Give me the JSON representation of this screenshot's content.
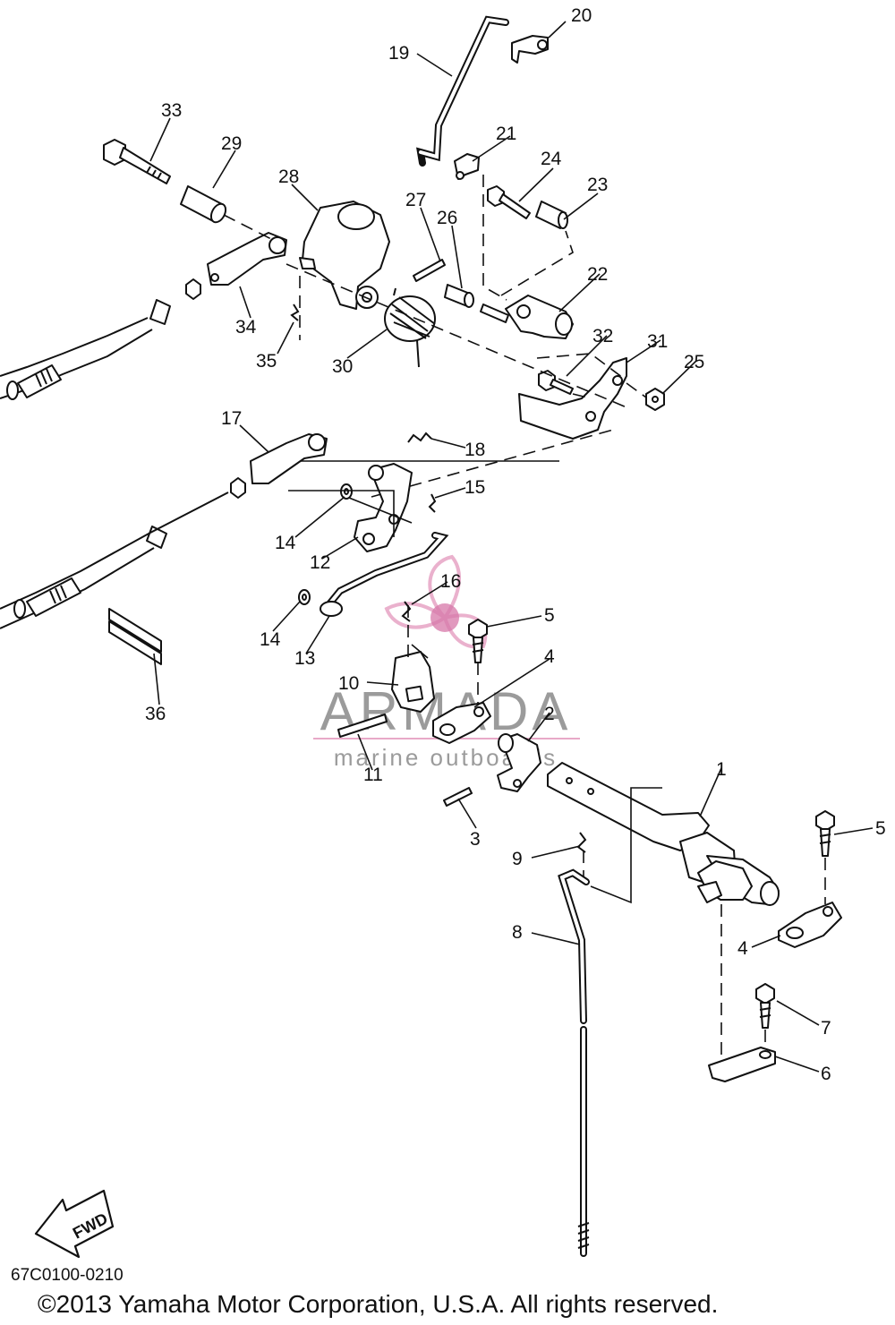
{
  "diagram": {
    "code": "67C0100-0210",
    "copyright": "©2013 Yamaha Motor Corporation, U.S.A. All rights reserved.",
    "fwd_label": "FWD"
  },
  "watermark": {
    "brand": "ARMADA",
    "tagline": "marine outboards",
    "color_pink": "#e8a9c8",
    "color_pink_dark": "#d36aa0",
    "color_gray": "#8a8a8a"
  },
  "callouts": [
    {
      "id": "c20",
      "label": "20"
    },
    {
      "id": "c19",
      "label": "19"
    },
    {
      "id": "c33",
      "label": "33"
    },
    {
      "id": "c29",
      "label": "29"
    },
    {
      "id": "c21",
      "label": "21"
    },
    {
      "id": "c28",
      "label": "28"
    },
    {
      "id": "c24",
      "label": "24"
    },
    {
      "id": "c23",
      "label": "23"
    },
    {
      "id": "c27",
      "label": "27"
    },
    {
      "id": "c26",
      "label": "26"
    },
    {
      "id": "c22",
      "label": "22"
    },
    {
      "id": "c34",
      "label": "34"
    },
    {
      "id": "c32",
      "label": "32"
    },
    {
      "id": "c31",
      "label": "31"
    },
    {
      "id": "c35",
      "label": "35"
    },
    {
      "id": "c30",
      "label": "30"
    },
    {
      "id": "c25",
      "label": "25"
    },
    {
      "id": "c17",
      "label": "17"
    },
    {
      "id": "c18",
      "label": "18"
    },
    {
      "id": "c15",
      "label": "15"
    },
    {
      "id": "c14a",
      "label": "14"
    },
    {
      "id": "c12",
      "label": "12"
    },
    {
      "id": "c16",
      "label": "16"
    },
    {
      "id": "c5a",
      "label": "5"
    },
    {
      "id": "c14b",
      "label": "14"
    },
    {
      "id": "c13",
      "label": "13"
    },
    {
      "id": "c4a",
      "label": "4"
    },
    {
      "id": "c10",
      "label": "10"
    },
    {
      "id": "c2",
      "label": "2"
    },
    {
      "id": "c36",
      "label": "36"
    },
    {
      "id": "c11",
      "label": "11"
    },
    {
      "id": "c1",
      "label": "1"
    },
    {
      "id": "c3",
      "label": "3"
    },
    {
      "id": "c5b",
      "label": "5"
    },
    {
      "id": "c9",
      "label": "9"
    },
    {
      "id": "c8",
      "label": "8"
    },
    {
      "id": "c4b",
      "label": "4"
    },
    {
      "id": "c7",
      "label": "7"
    },
    {
      "id": "c6",
      "label": "6"
    }
  ]
}
